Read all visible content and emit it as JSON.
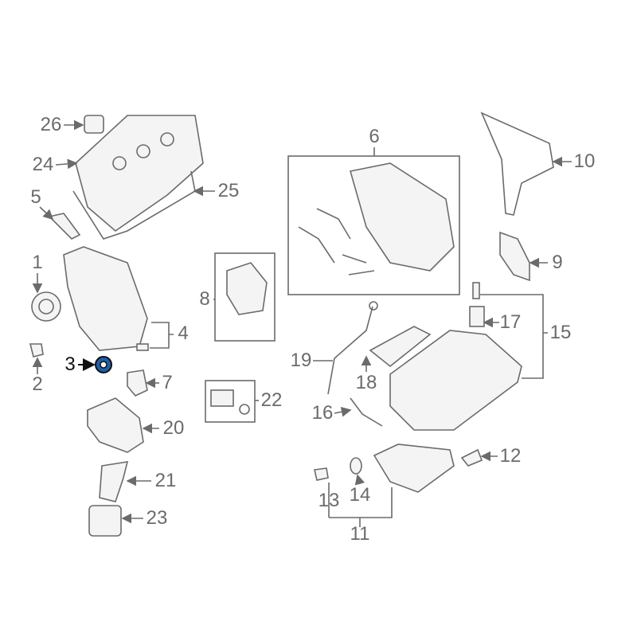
{
  "diagram": {
    "highlight_color": "#1f5fa8",
    "line_color": "#6b6b6b",
    "highlighted_part": "3",
    "callouts": [
      "1",
      "2",
      "3",
      "4",
      "5",
      "6",
      "7",
      "8",
      "9",
      "10",
      "11",
      "12",
      "13",
      "14",
      "15",
      "16",
      "17",
      "18",
      "19",
      "20",
      "21",
      "22",
      "23",
      "24",
      "25",
      "26"
    ]
  }
}
